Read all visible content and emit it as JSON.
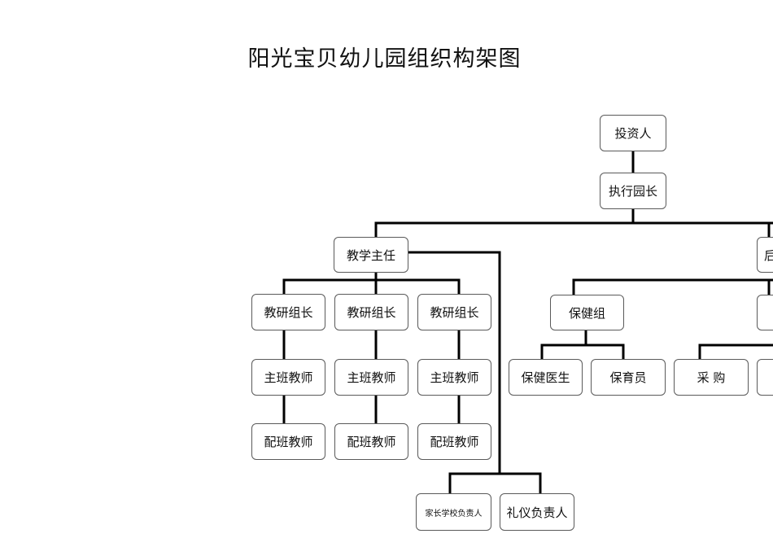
{
  "title": "阳光宝贝幼儿园组织构架图",
  "nodes": {
    "investor": "投资人",
    "executive_principal": "执行园长",
    "teaching_director": "教学主任",
    "logistics_partial": "后",
    "research_leader_1": "教研组长",
    "research_leader_2": "教研组长",
    "research_leader_3": "教研组长",
    "healthcare_group": "保健组",
    "partial_group_right": "",
    "head_teacher_1": "主班教师",
    "head_teacher_2": "主班教师",
    "head_teacher_3": "主班教师",
    "health_doctor": "保健医生",
    "childcare_worker": "保育员",
    "purchasing": "采 购",
    "partial_right_box": "",
    "assistant_teacher_1": "配班教师",
    "assistant_teacher_2": "配班教师",
    "assistant_teacher_3": "配班教师",
    "parent_school_head": "家长学校负责人",
    "etiquette_head": "礼仪负责人"
  }
}
